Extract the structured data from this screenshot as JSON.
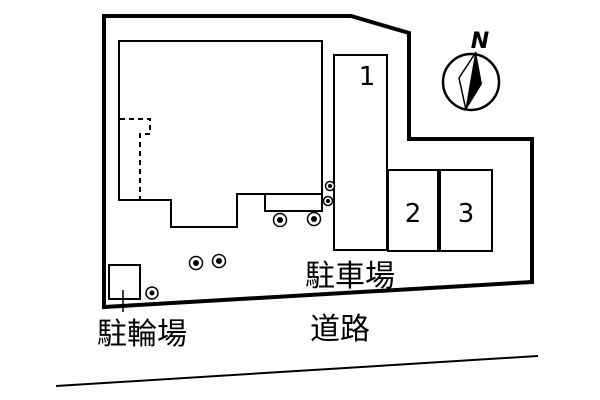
{
  "compass": {
    "label": "N",
    "icon": "north-arrow-icon"
  },
  "parking": {
    "label": "駐車場",
    "spaces": [
      {
        "label": "1"
      },
      {
        "label": "2"
      },
      {
        "label": "3"
      }
    ]
  },
  "bicycle_parking": {
    "label": "駐輪場"
  },
  "road": {
    "label": "道路"
  },
  "colors": {
    "line": "#000000",
    "background": "#ffffff"
  }
}
